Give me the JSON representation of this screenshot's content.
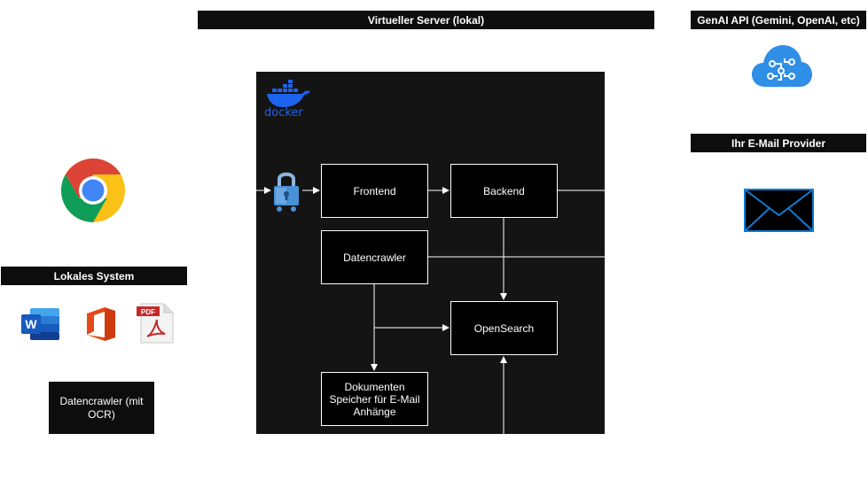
{
  "headers": {
    "server": "Virtueller Server (lokal)",
    "genai": "GenAI API (Gemini, OpenAI, etc)",
    "email": "Ihr E-Mail Provider",
    "local": "Lokales System"
  },
  "nodes": {
    "frontend": "Frontend",
    "backend": "Backend",
    "datencrawler": "Datencrawler",
    "opensearch": "OpenSearch",
    "dokumenten": "Dokumenten Speicher für E-Mail Anhänge",
    "local_crawler": "Datencrawler (mit OCR)"
  },
  "icons": {
    "docker": "docker",
    "lock": "lock-icon",
    "chrome": "chrome-icon",
    "word": "word-icon",
    "office": "office-icon",
    "pdf": "pdf-icon",
    "cloud": "cloud-ai-icon",
    "mail": "mail-icon"
  },
  "labels": {
    "pdf_badge": "PDF",
    "word_letter": "W"
  },
  "colors": {
    "dark": "#0d0d0d",
    "server_bg": "#141414",
    "docker_blue": "#1d63ed",
    "mail_blue": "#0a7bd6",
    "cloud_blue": "#2f8ee6"
  }
}
